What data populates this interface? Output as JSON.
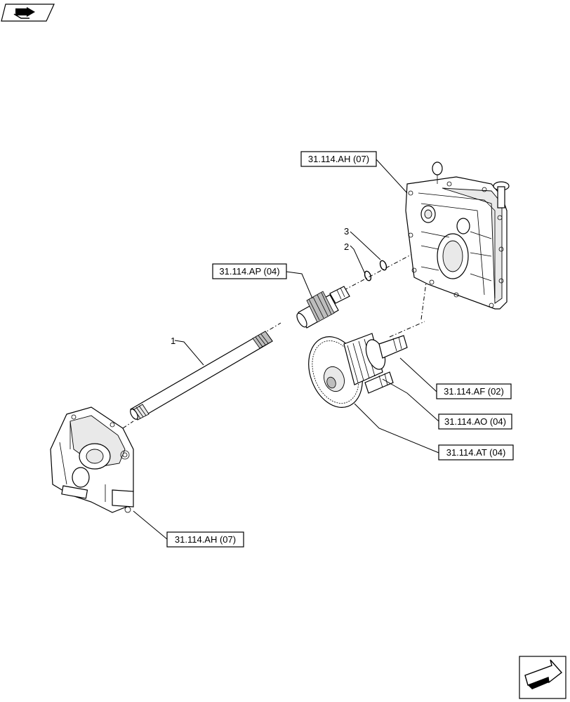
{
  "labels": {
    "housing_top": "31.114.AH (07)",
    "housing_bottom": "31.114.AH (07)",
    "gear_ap": "31.114.AP (04)",
    "gear_af": "31.114.AF (02)",
    "gear_ao": "31.114.AO (04)",
    "gear_at": "31.114.AT (04)"
  },
  "item_numbers": {
    "shaft": "1",
    "ring_small": "2",
    "ring_large": "3"
  },
  "icons": {
    "top_left": "book-arrow-icon",
    "bottom_right": "next-page-arrow-icon"
  }
}
